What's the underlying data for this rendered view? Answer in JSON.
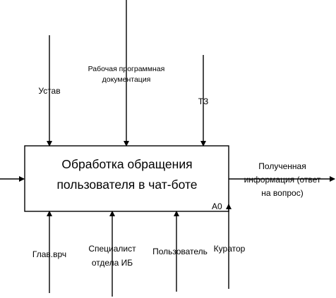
{
  "diagram": {
    "activity": {
      "title_line1": "Обработка обращения",
      "title_line2": "пользователя в чат-боте",
      "node_id": "A0"
    },
    "controls": [
      {
        "id": "ustav",
        "label": "Устав"
      },
      {
        "id": "rpd",
        "label_line1": "Рабочая программная",
        "label_line2": "документация"
      },
      {
        "id": "tz",
        "label": "ТЗ"
      }
    ],
    "outputs": [
      {
        "id": "answer",
        "label_line1": "Полученная",
        "label_line2": "информация (ответ",
        "label_line3": "на вопрос)"
      }
    ],
    "mechanisms": [
      {
        "id": "glavvrach",
        "label": "Глав.врч"
      },
      {
        "id": "specialist",
        "label_line1": "Специалист",
        "label_line2": "отдела ИБ"
      },
      {
        "id": "user",
        "label": "Пользователь"
      },
      {
        "id": "curator",
        "label": "Куратор"
      }
    ]
  }
}
